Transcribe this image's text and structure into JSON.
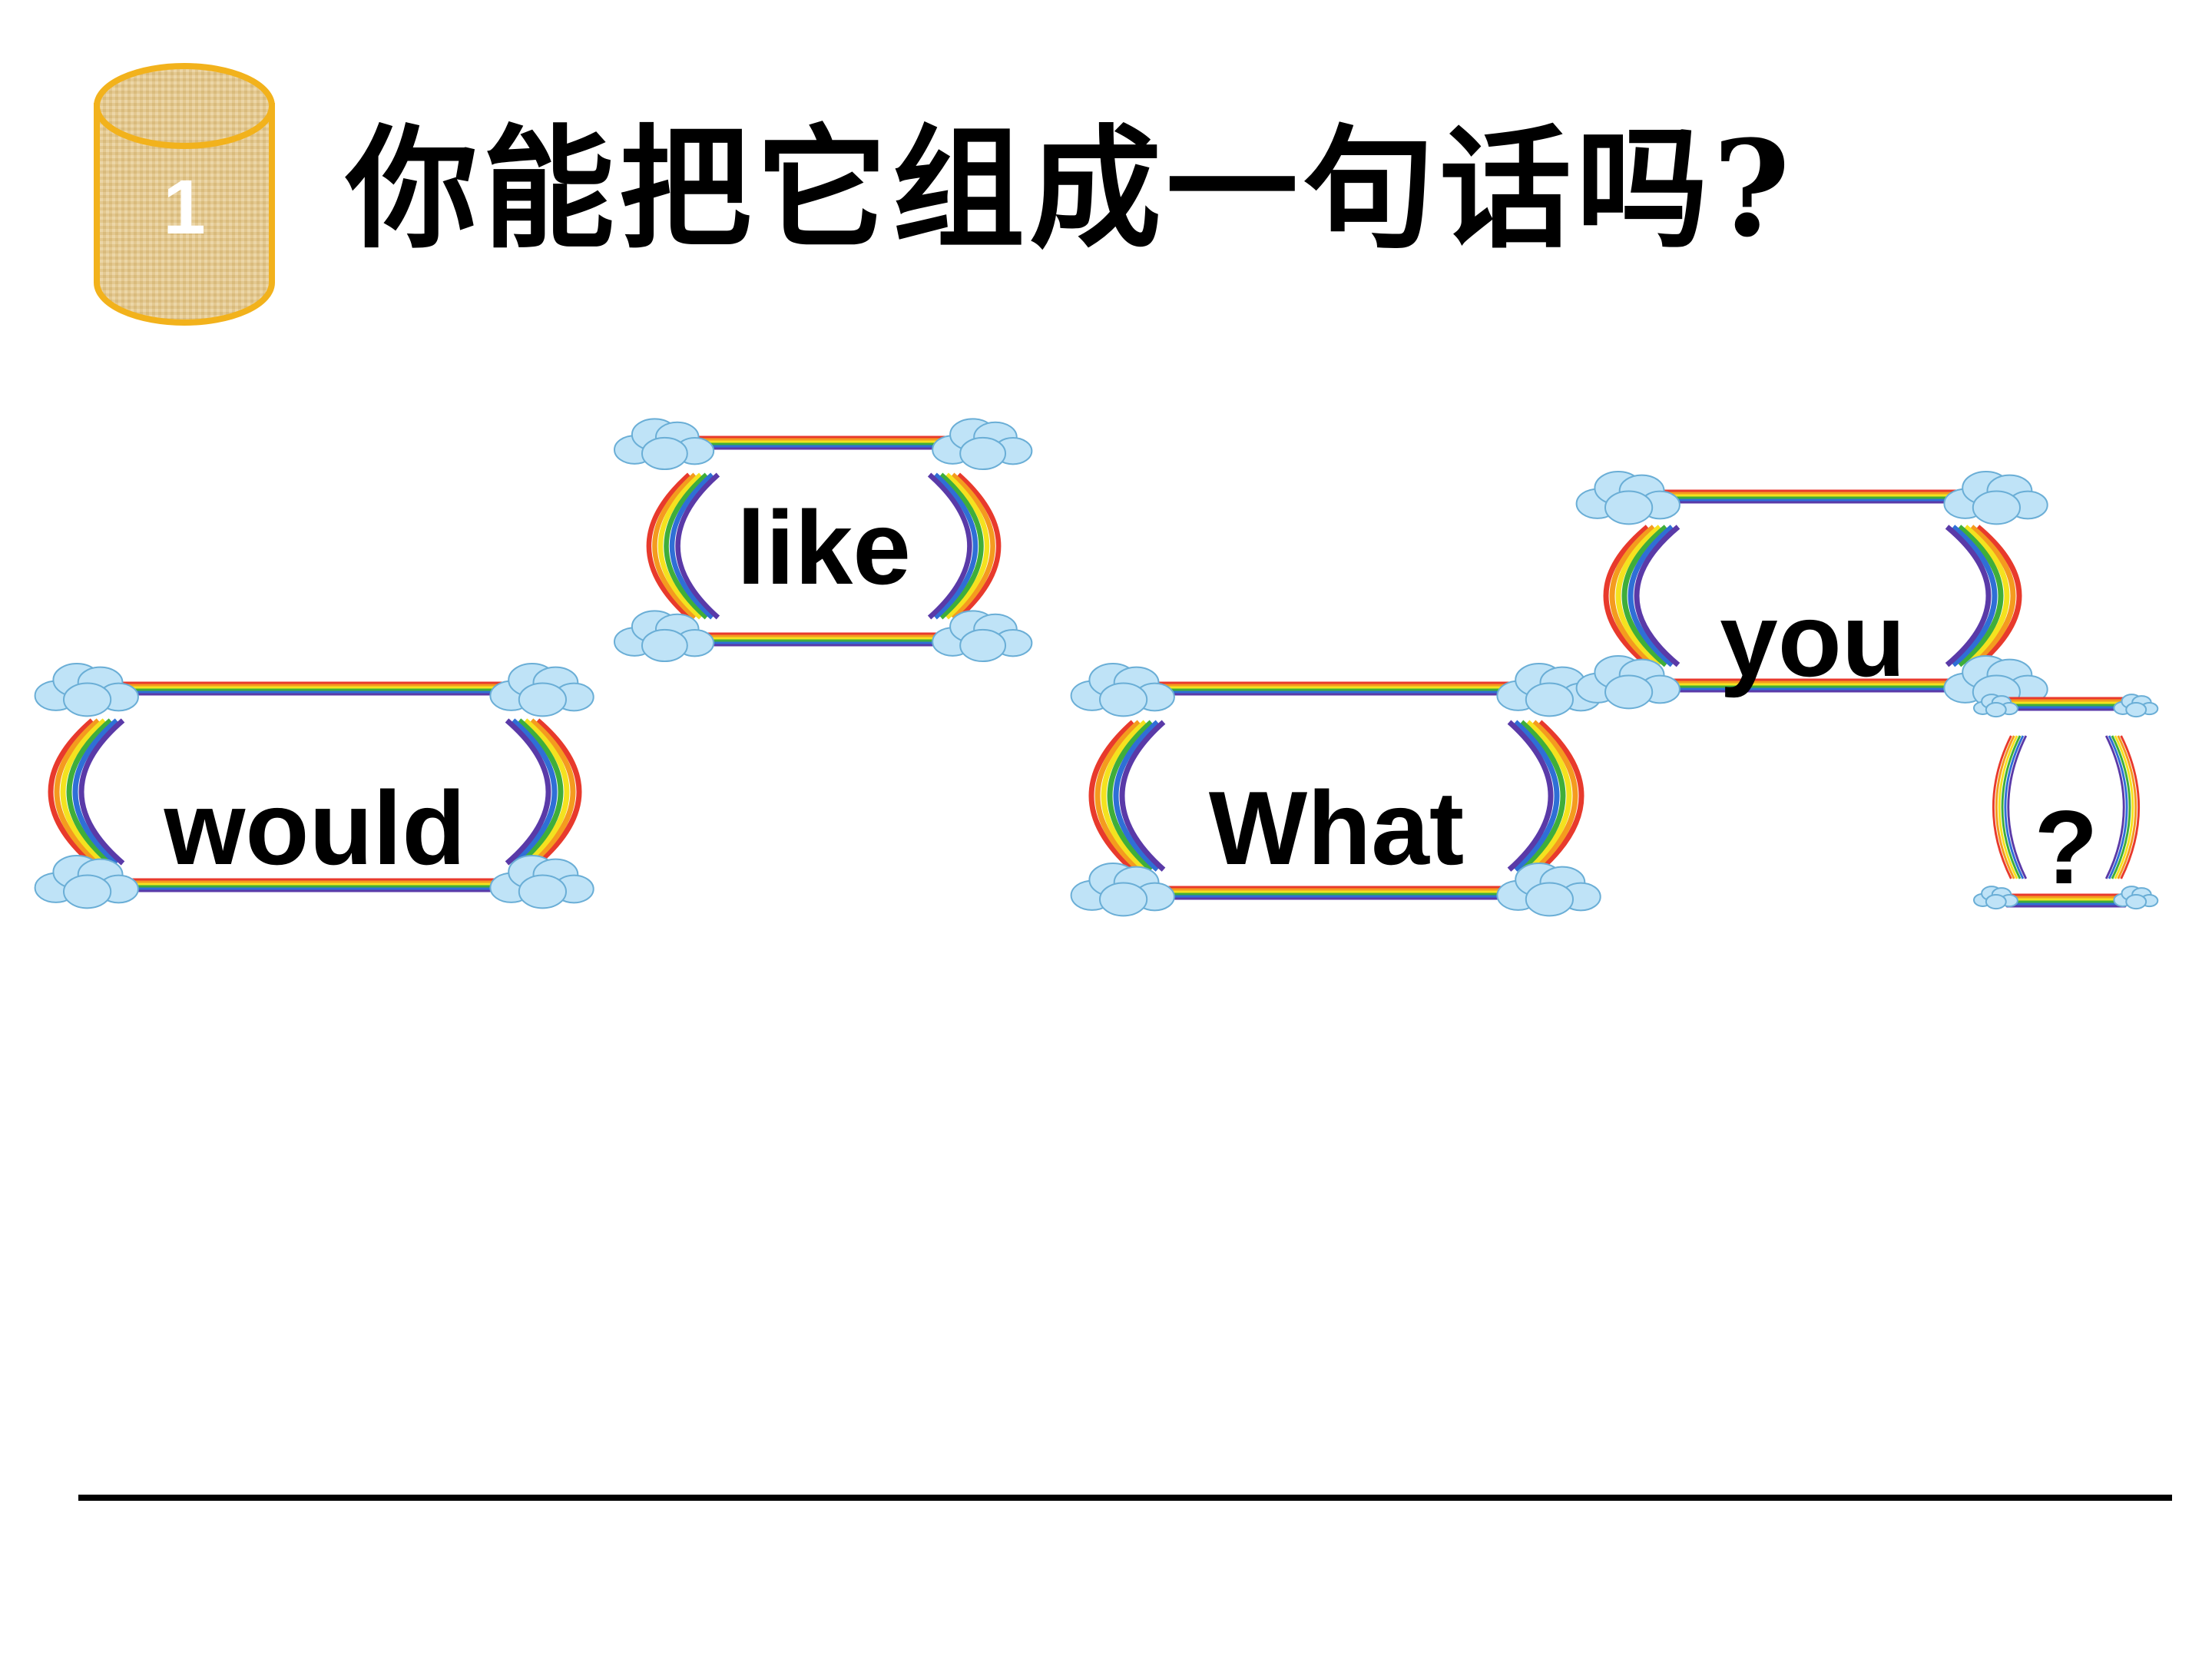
{
  "badge": {
    "number": "1"
  },
  "title": "你能把它组成一句话吗?",
  "words": {
    "like": "like",
    "would": "would",
    "what": "What",
    "you": "you",
    "question": "?"
  },
  "colors": {
    "badge_fill": "#e6c98a",
    "badge_border": "#f2b21c",
    "rainbow": [
      "#e83a2c",
      "#f49b1f",
      "#f4e21f",
      "#3fae3a",
      "#2f6fd6",
      "#5a3aa8"
    ],
    "cloud": "#bfe3f7"
  }
}
